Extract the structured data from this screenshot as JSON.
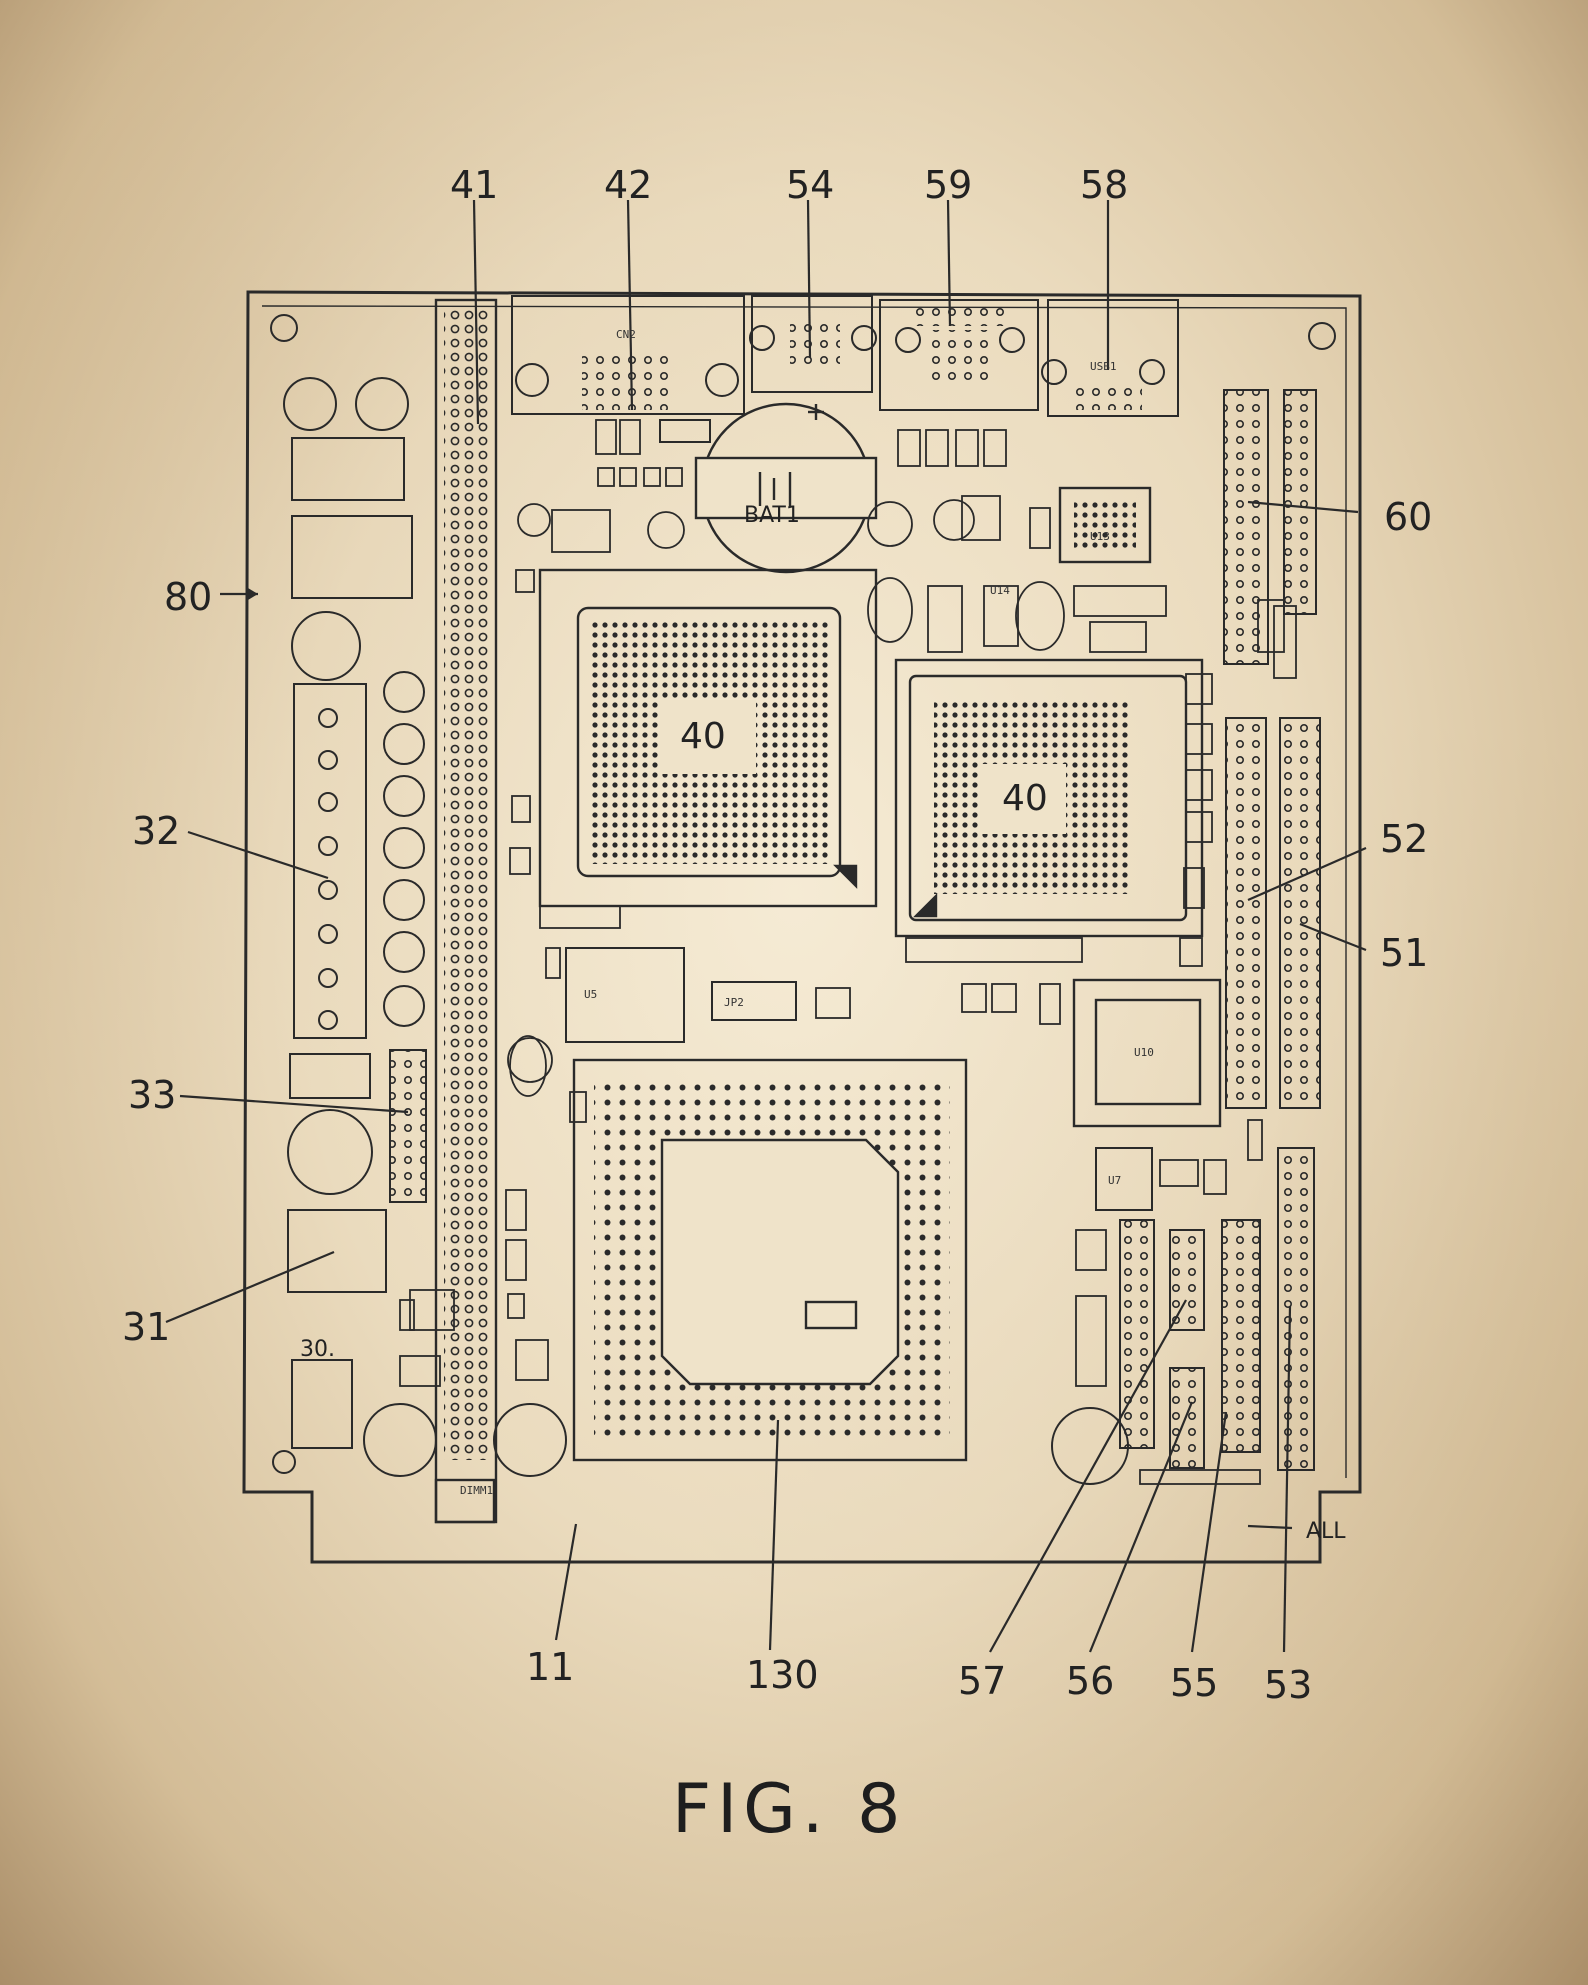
{
  "figure_label": "FIG. 8",
  "chip_labels": {
    "chip_a": "40",
    "chip_b": "40",
    "chip_u13": "U13",
    "chip_u10": "U10",
    "chip_u5": "U5",
    "chip_u7": "U7",
    "chip_u14": "U14",
    "battery": "BAT1",
    "dimm": "DIMM1",
    "conn_cn2": "CN2",
    "conn_usb1": "USB1",
    "jp2": "JP2",
    "all_label": "ALL",
    "label_30": "30."
  },
  "reference_numerals": [
    {
      "id": "41",
      "text": "41"
    },
    {
      "id": "42",
      "text": "42"
    },
    {
      "id": "54",
      "text": "54"
    },
    {
      "id": "59",
      "text": "59"
    },
    {
      "id": "58",
      "text": "58"
    },
    {
      "id": "60",
      "text": "60"
    },
    {
      "id": "80",
      "text": "80"
    },
    {
      "id": "52",
      "text": "52"
    },
    {
      "id": "32",
      "text": "32"
    },
    {
      "id": "51",
      "text": "51"
    },
    {
      "id": "33",
      "text": "33"
    },
    {
      "id": "31",
      "text": "31"
    },
    {
      "id": "11",
      "text": "11"
    },
    {
      "id": "130",
      "text": "130"
    },
    {
      "id": "57",
      "text": "57"
    },
    {
      "id": "56",
      "text": "56"
    },
    {
      "id": "55",
      "text": "55"
    },
    {
      "id": "53",
      "text": "53"
    }
  ]
}
